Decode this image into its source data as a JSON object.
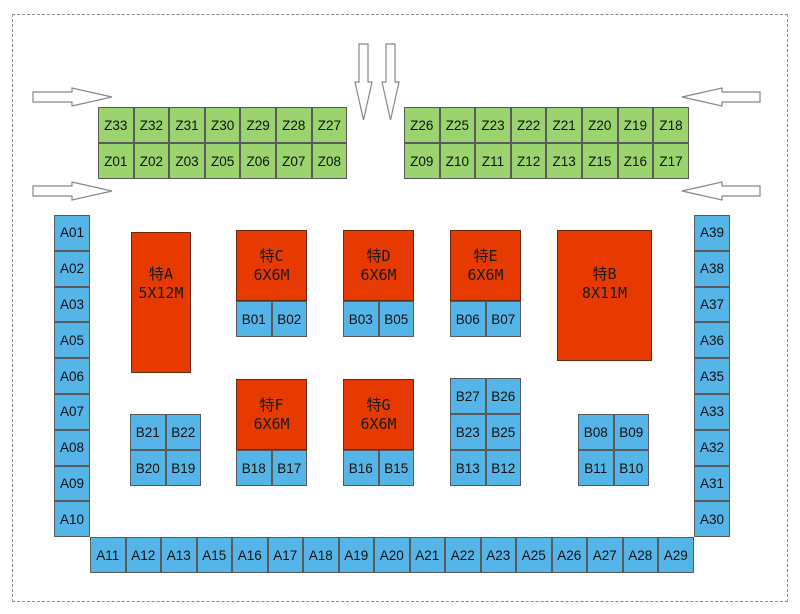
{
  "colors": {
    "z_zone": "#9bd36e",
    "ab_zone": "#56b5e8",
    "special": "#e63a00",
    "border": "#5a5a5a",
    "arrow": "#888888"
  },
  "z_zone": {
    "left_top": [
      "Z33",
      "Z32",
      "Z31",
      "Z30",
      "Z29",
      "Z28",
      "Z27"
    ],
    "left_bottom": [
      "Z01",
      "Z02",
      "Z03",
      "Z05",
      "Z06",
      "Z07",
      "Z08"
    ],
    "right_top": [
      "Z26",
      "Z25",
      "Z23",
      "Z22",
      "Z21",
      "Z20",
      "Z19",
      "Z18"
    ],
    "right_bottom": [
      "Z09",
      "Z10",
      "Z11",
      "Z12",
      "Z13",
      "Z15",
      "Z16",
      "Z17"
    ]
  },
  "a_zone": {
    "left_column": [
      "A01",
      "A02",
      "A03",
      "A05",
      "A06",
      "A07",
      "A08",
      "A09",
      "A10"
    ],
    "bottom_row": [
      "A11",
      "A12",
      "A13",
      "A15",
      "A16",
      "A17",
      "A18",
      "A19",
      "A20",
      "A21",
      "A22",
      "A23",
      "A25",
      "A26",
      "A27",
      "A28",
      "A29"
    ],
    "right_column": [
      "A39",
      "A38",
      "A37",
      "A36",
      "A35",
      "A33",
      "A32",
      "A31",
      "A30"
    ]
  },
  "special_booths": [
    {
      "name": "特A",
      "size": "5X12M"
    },
    {
      "name": "特C",
      "size": "6X6M"
    },
    {
      "name": "特D",
      "size": "6X6M"
    },
    {
      "name": "特E",
      "size": "6X6M"
    },
    {
      "name": "特B",
      "size": "8X11M"
    },
    {
      "name": "特F",
      "size": "6X6M"
    },
    {
      "name": "特G",
      "size": "6X6M"
    }
  ],
  "b_zone": {
    "under_c": [
      "B01",
      "B02"
    ],
    "under_d": [
      "B03",
      "B05"
    ],
    "under_e": [
      "B06",
      "B07"
    ],
    "under_f": [
      "B18",
      "B17"
    ],
    "under_g": [
      "B16",
      "B15"
    ],
    "left_block": [
      [
        "B21",
        "B22"
      ],
      [
        "B20",
        "B19"
      ]
    ],
    "middle_block": [
      [
        "B27",
        "B26"
      ],
      [
        "B23",
        "B25"
      ],
      [
        "B13",
        "B12"
      ]
    ],
    "right_block": [
      [
        "B08",
        "B09"
      ],
      [
        "B11",
        "B10"
      ]
    ]
  }
}
